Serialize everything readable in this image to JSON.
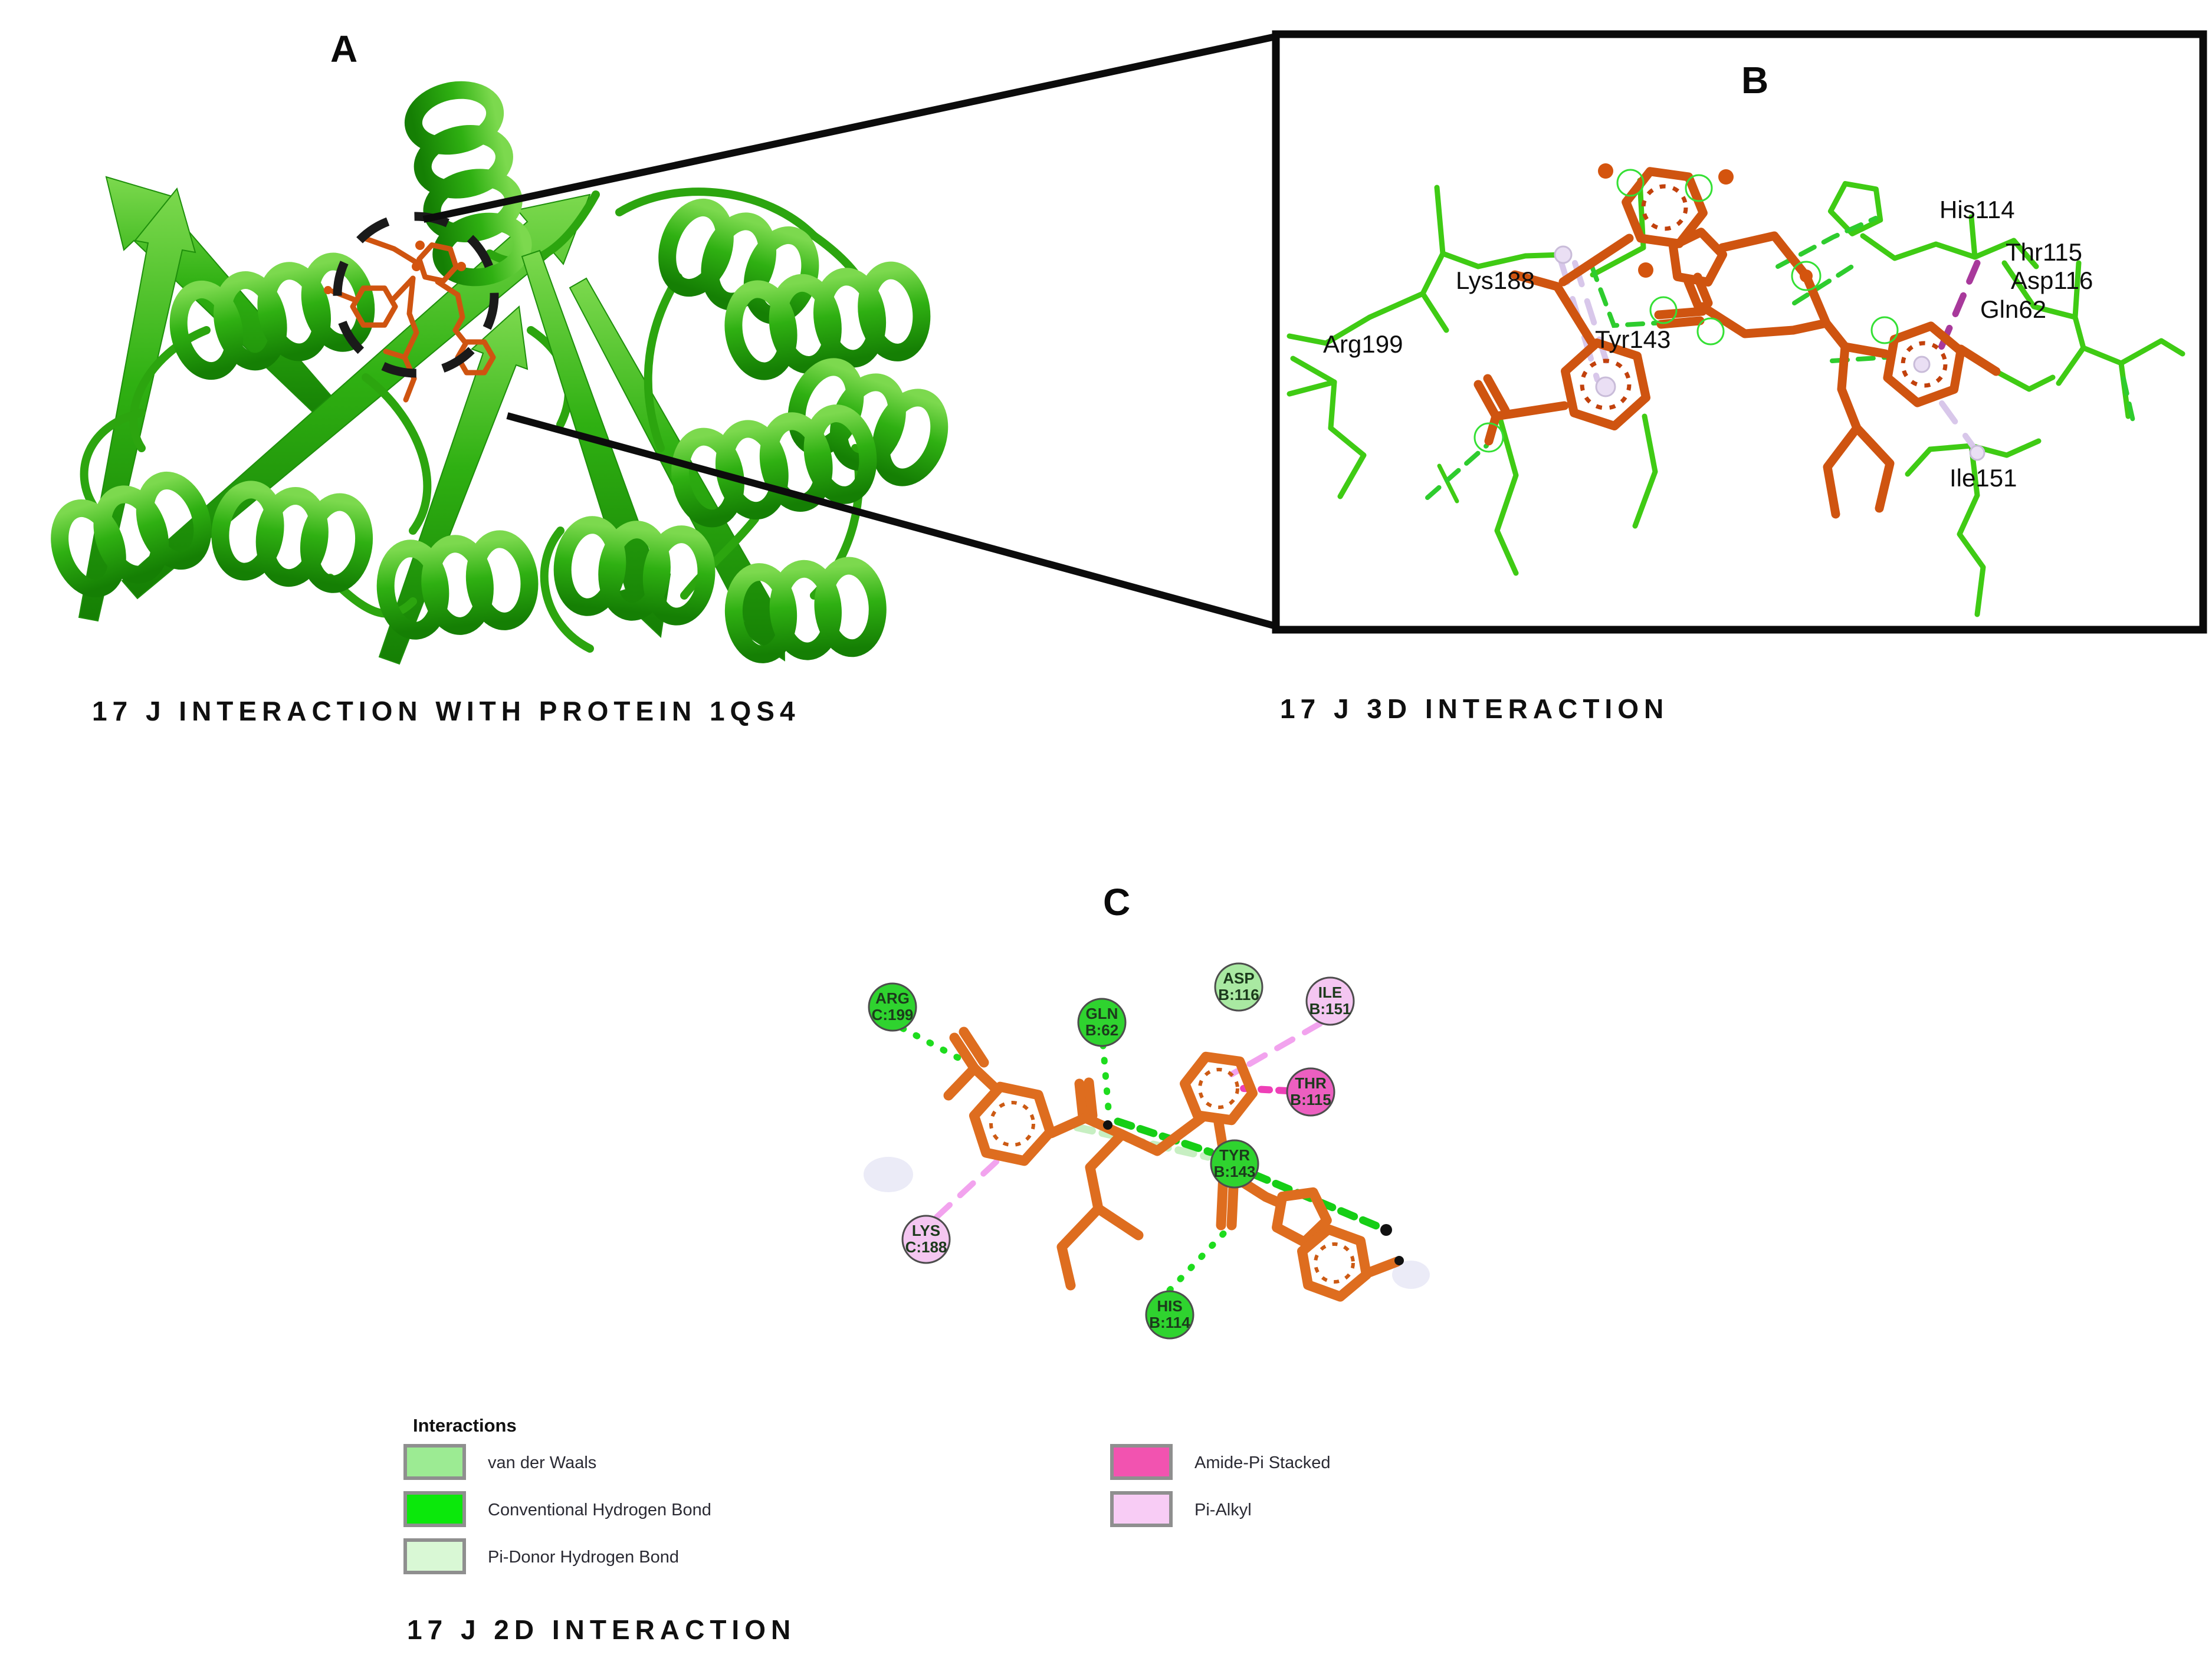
{
  "panelA": {
    "label": "A",
    "caption": "17 J INTERACTION WITH PROTEIN 1QS4",
    "protein_name": "1QS4",
    "ligand_name": "17 J"
  },
  "panelB": {
    "label": "B",
    "caption": "17 J 3D INTERACTION",
    "residues": [
      {
        "label": "Lys188"
      },
      {
        "label": "Arg199"
      },
      {
        "label": "Tyr143"
      },
      {
        "label": "His114"
      },
      {
        "label": "Thr115"
      },
      {
        "label": "Asp116"
      },
      {
        "label": "Gln62"
      },
      {
        "label": "Ile151"
      }
    ]
  },
  "panelC": {
    "label": "C",
    "caption": "17 J 2D INTERACTION",
    "residues": [
      {
        "name": "ARG",
        "chain": "C:199",
        "color": "#2FD32F",
        "interaction": "Conventional Hydrogen Bond"
      },
      {
        "name": "GLN",
        "chain": "B:62",
        "color": "#2FD32F",
        "interaction": "Conventional Hydrogen Bond"
      },
      {
        "name": "ASP",
        "chain": "B:116",
        "color": "#A9E9A2",
        "interaction": "van der Waals"
      },
      {
        "name": "ILE",
        "chain": "B:151",
        "color": "#F4C6F1",
        "interaction": "Pi-Alkyl"
      },
      {
        "name": "THR",
        "chain": "B:115",
        "color": "#EC5FC0",
        "interaction": "Amide-Pi Stacked"
      },
      {
        "name": "TYR",
        "chain": "B:143",
        "color": "#2FD32F",
        "interaction": "Conventional Hydrogen Bond"
      },
      {
        "name": "LYS",
        "chain": "C:188",
        "color": "#F4C6F1",
        "interaction": "Pi-Alkyl"
      },
      {
        "name": "HIS",
        "chain": "B:114",
        "color": "#2FD32F",
        "interaction": "Conventional Hydrogen Bond"
      }
    ]
  },
  "legend": {
    "title": "Interactions",
    "items": [
      {
        "label": "van der Waals",
        "color": "#9CEB93"
      },
      {
        "label": "Conventional Hydrogen Bond",
        "color": "#0BE80B"
      },
      {
        "label": "Pi-Donor Hydrogen Bond",
        "color": "#D9F8D5"
      },
      {
        "label": "Amide-Pi Stacked",
        "color": "#F253B0"
      },
      {
        "label": "Pi-Alkyl",
        "color": "#F8CCF5"
      }
    ]
  },
  "colors": {
    "protein_ribbon": "#2FB012",
    "ligand_orange": "#CF5410",
    "hbond_dash_green": "#1EDC1E",
    "pi_alkyl_dash_pink": "#F2A3EE",
    "amide_pi_dash": "#EE3FB7",
    "pi_donor_dash": "#C7EFC2",
    "lavender_dash": "#D8C7EA",
    "magenta_dash": "#A8399B"
  }
}
